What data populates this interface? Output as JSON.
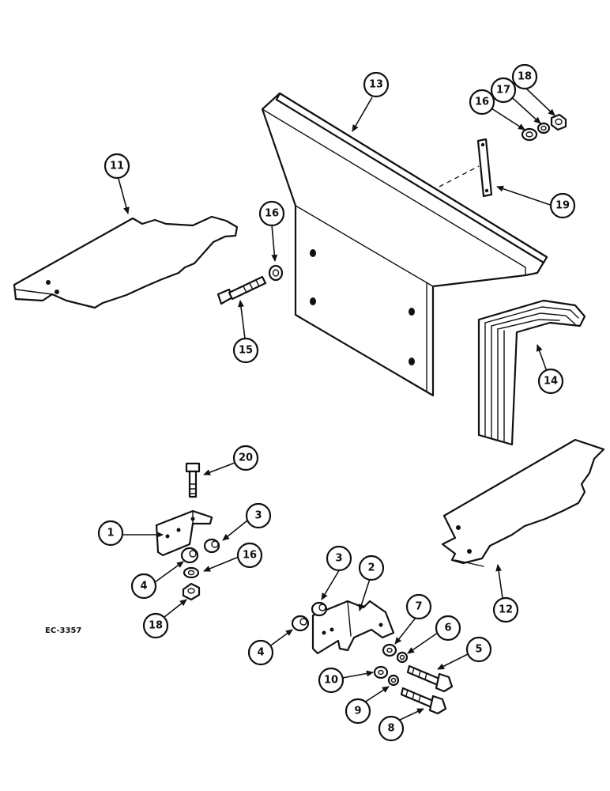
{
  "drawing_reference": "EC-3357",
  "callouts": [
    "1",
    "2",
    "3",
    "3",
    "4",
    "4",
    "5",
    "6",
    "7",
    "8",
    "9",
    "10",
    "11",
    "12",
    "13",
    "14",
    "15",
    "16",
    "16",
    "16",
    "17",
    "18",
    "18",
    "19",
    "20"
  ]
}
